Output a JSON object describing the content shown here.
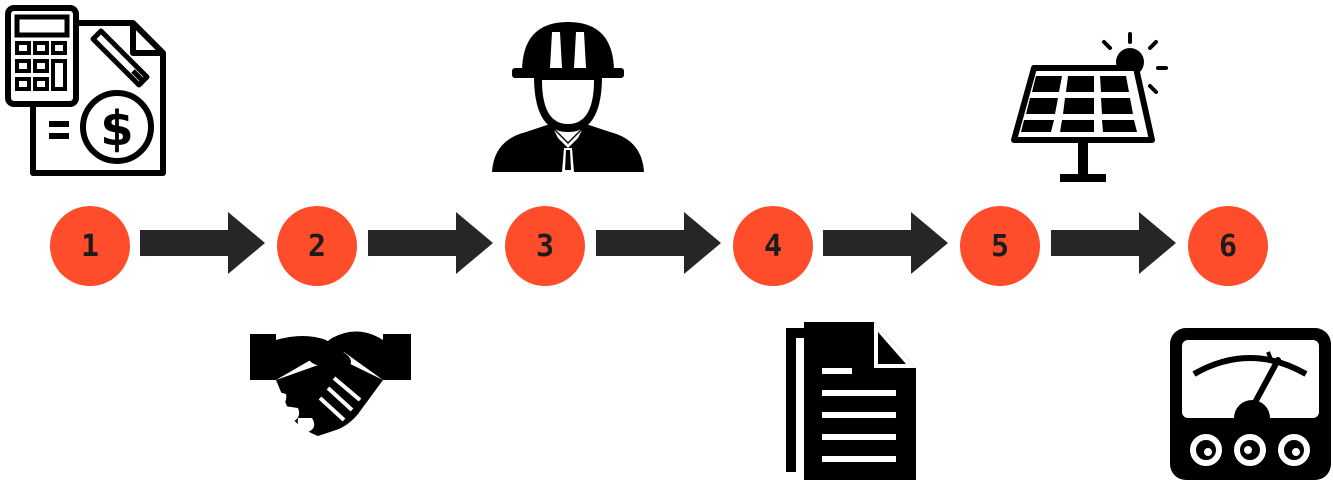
{
  "steps": [
    {
      "label": "1"
    },
    {
      "label": "2"
    },
    {
      "label": "3"
    },
    {
      "label": "4"
    },
    {
      "label": "5"
    },
    {
      "label": "6"
    }
  ],
  "icons": {
    "step_1": "calculator-invoice-icon",
    "step_2": "handshake-icon",
    "step_3": "engineer-hardhat-icon",
    "step_4": "document-icon",
    "step_5": "solar-panel-icon",
    "step_6": "meter-icon"
  },
  "colors": {
    "step_circle": "#ff4c2b",
    "arrow": "#262626",
    "icon": "#000000"
  }
}
